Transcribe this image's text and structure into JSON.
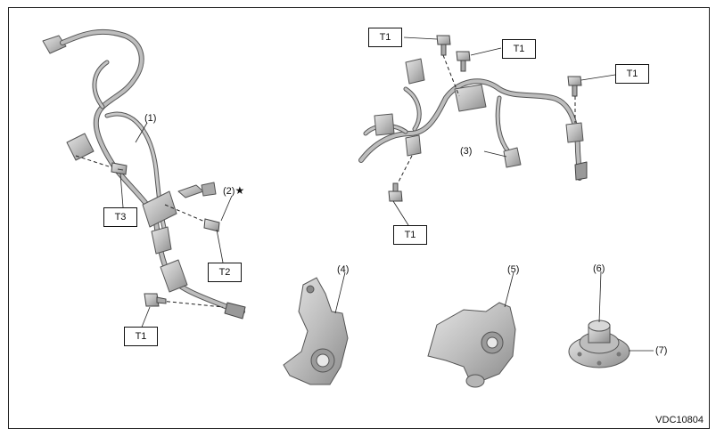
{
  "figure_code": "VDC10804",
  "star_symbol": "★",
  "callouts": {
    "p1": "(1)",
    "p2": "(2)",
    "p3": "(3)",
    "p4": "(4)",
    "p5": "(5)",
    "p6": "(6)",
    "p7": "(7)"
  },
  "torque_labels": {
    "t1a": "T1",
    "t1b": "T1",
    "t1c": "T1",
    "t1d": "T1",
    "t1e": "T1",
    "t2": "T2",
    "t3": "T3"
  },
  "colors": {
    "part_fill": "#c8c8c8",
    "part_dark": "#8a8a8a",
    "harness": "#9a9a9a",
    "line": "#222222"
  }
}
